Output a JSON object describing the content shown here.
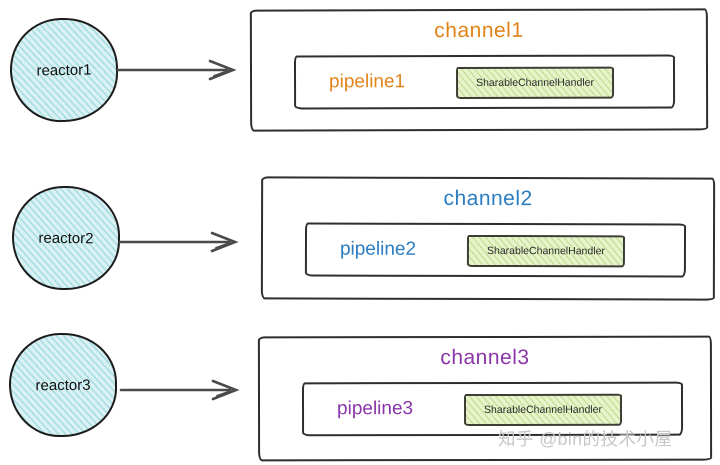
{
  "theme": {
    "background": "#ffffff",
    "box_border": "#2d2d2d",
    "arrow_color": "#4a4a4a",
    "reactor_fill": "#daf1f3",
    "reactor_hatch": "#a6dde2",
    "handler_fill": "#e7f3c9",
    "handler_hatch": "#c4dd97",
    "handler_text": "#2b2b2b",
    "watermark_color": "#c6c6c6"
  },
  "watermark": "知乎 @bin的技术小屋",
  "rows": [
    {
      "reactor": "reactor1",
      "channel": "channel1",
      "pipeline": "pipeline1",
      "handler": "SharableChannelHandler",
      "accent": "#e2831a"
    },
    {
      "reactor": "reactor2",
      "channel": "channel2",
      "pipeline": "pipeline2",
      "handler": "SharableChannelHandler",
      "accent": "#2b7cc1"
    },
    {
      "reactor": "reactor3",
      "channel": "channel3",
      "pipeline": "pipeline3",
      "handler": "SharableChannelHandler",
      "accent": "#8a35a8"
    }
  ]
}
